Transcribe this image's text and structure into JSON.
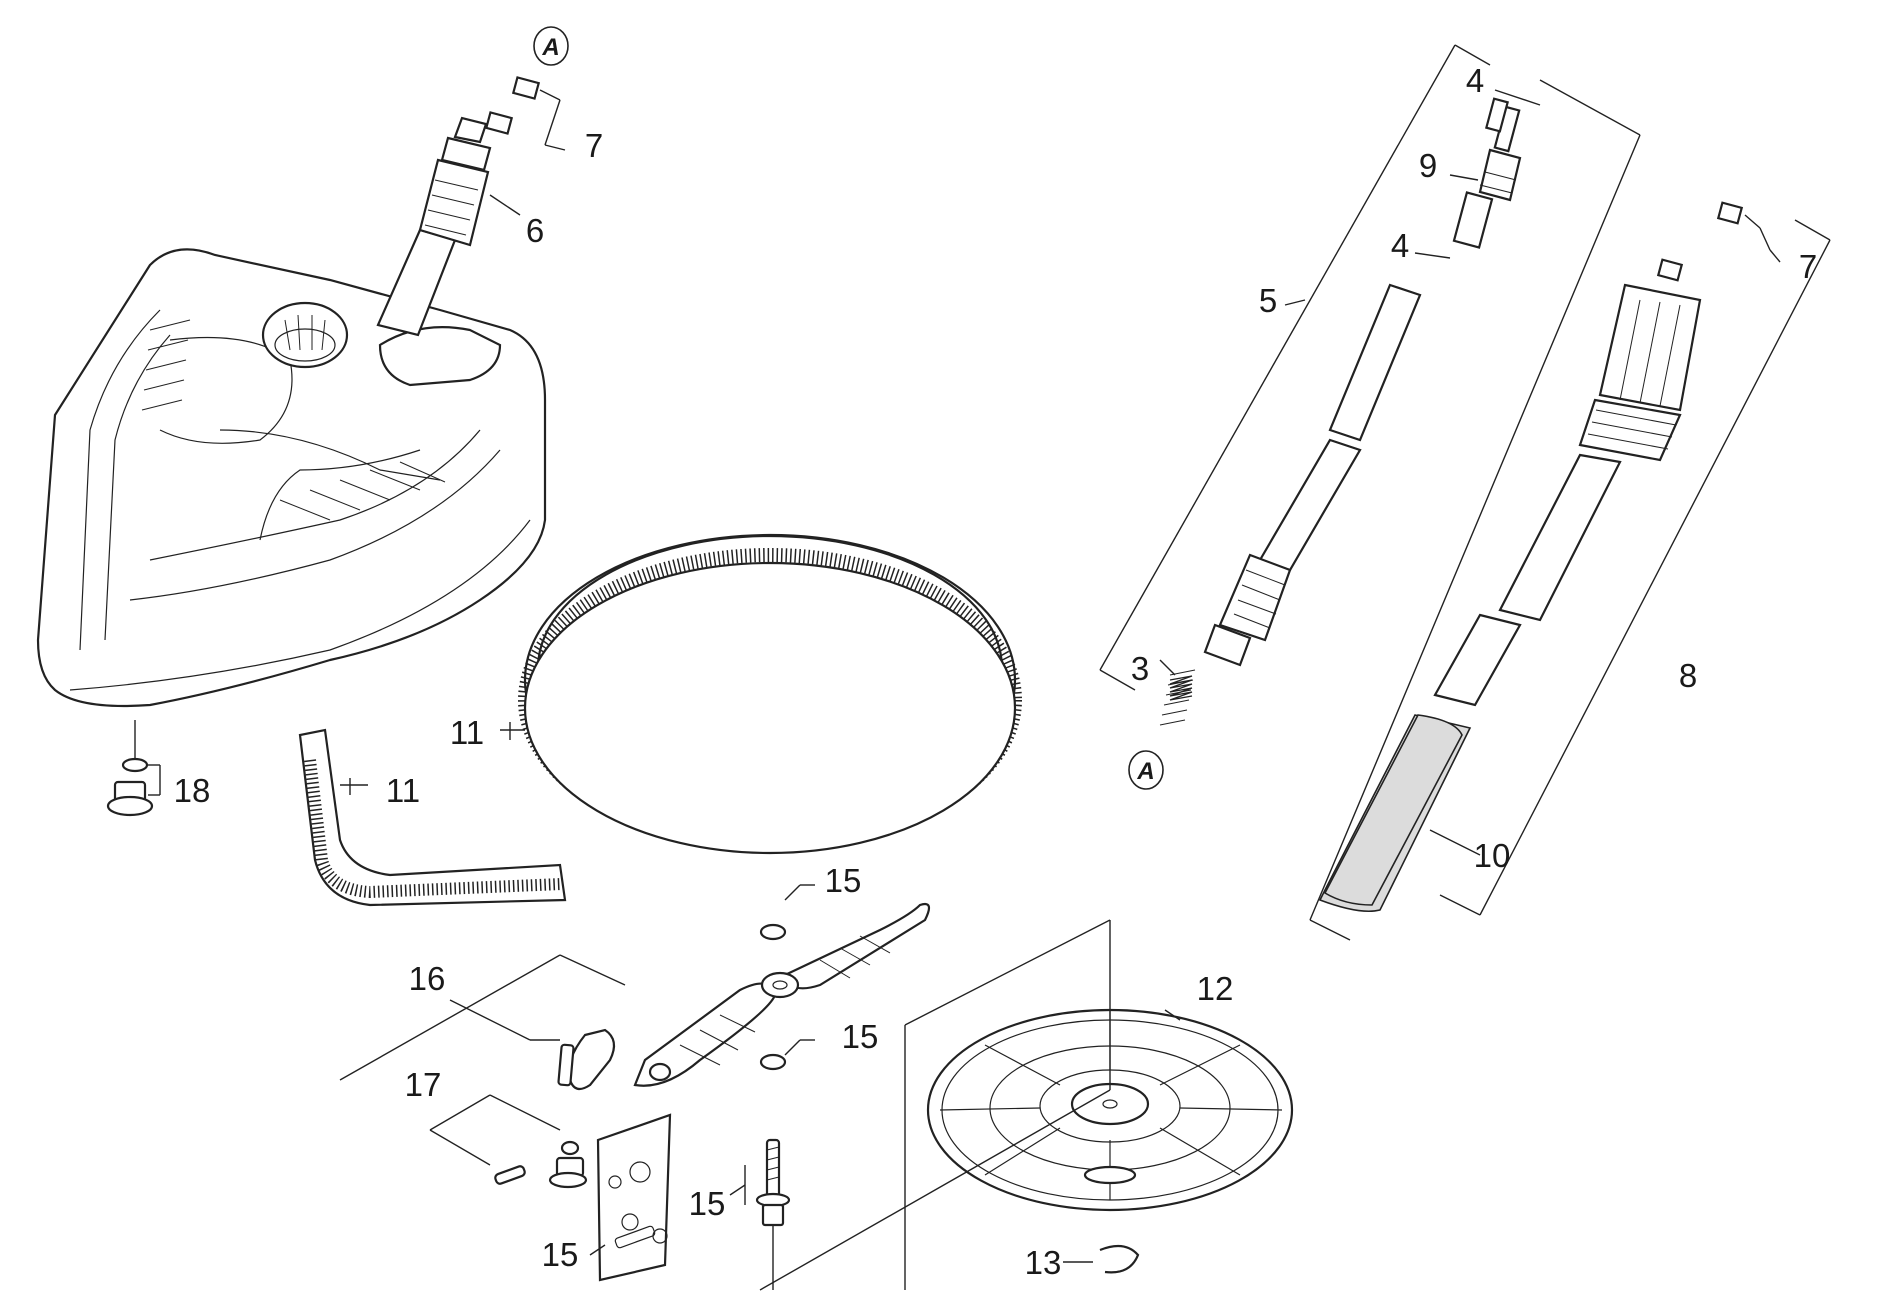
{
  "diagram": {
    "callouts": {
      "a_top": "A",
      "a_bottom": "A"
    },
    "labels": {
      "p3": "3",
      "p4_top": "4",
      "p4_mid": "4",
      "p5": "5",
      "p6": "6",
      "p7_left": "7",
      "p7_right": "7",
      "p8": "8",
      "p9": "9",
      "p10": "10",
      "p11_ring": "11",
      "p11_strip": "11",
      "p12": "12",
      "p13": "13",
      "p15_a": "15",
      "p15_b": "15",
      "p15_c": "15",
      "p15_d": "15",
      "p16": "16",
      "p17": "17",
      "p18": "18"
    }
  }
}
